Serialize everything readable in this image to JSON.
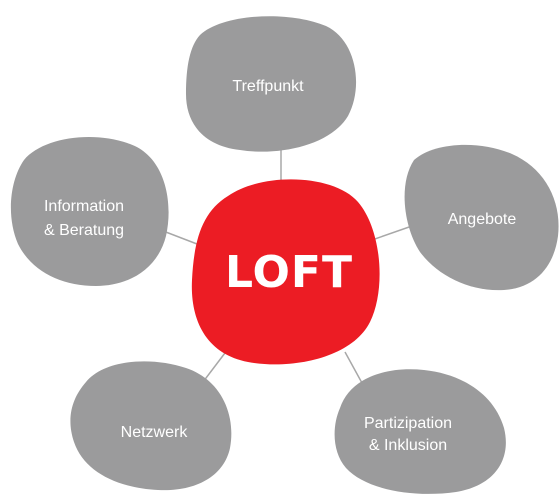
{
  "center": {
    "label": "LOFT",
    "color": "#ec1c24"
  },
  "node_color": "#9b9b9c",
  "connector_color": "#a8a8a8",
  "nodes": {
    "treffpunkt": {
      "line1": "Treffpunkt"
    },
    "angebote": {
      "line1": "Angebote"
    },
    "partizipation": {
      "line1": "Partizipation",
      "line2": "& Inklusion"
    },
    "netzwerk": {
      "line1": "Netzwerk"
    },
    "information": {
      "line1": "Information",
      "line2": "& Beratung"
    }
  }
}
